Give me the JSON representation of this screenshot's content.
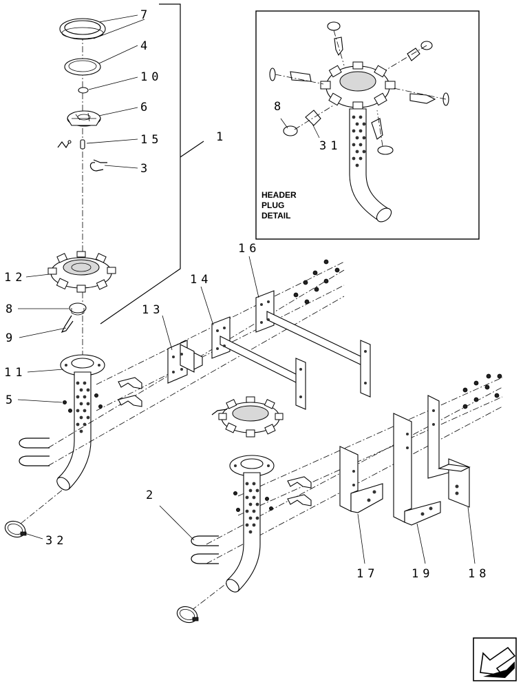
{
  "labels": {
    "l1": "1",
    "l2": "2",
    "l3": "3",
    "l4": "4",
    "l5": "5",
    "l6": "6",
    "l7": "7",
    "l8a": "8",
    "l8b": "8",
    "l9": "9",
    "l10": "10",
    "l11": "11",
    "l12": "12",
    "l13": "13",
    "l14": "14",
    "l15": "15",
    "l16": "16",
    "l17": "17",
    "l18": "18",
    "l19": "19",
    "l31": "31",
    "l32": "32"
  },
  "detail": {
    "line1": "HEADER",
    "line2": "PLUG",
    "line3": "DETAIL"
  },
  "nav": {
    "icon": "arrow-down-left-icon"
  }
}
